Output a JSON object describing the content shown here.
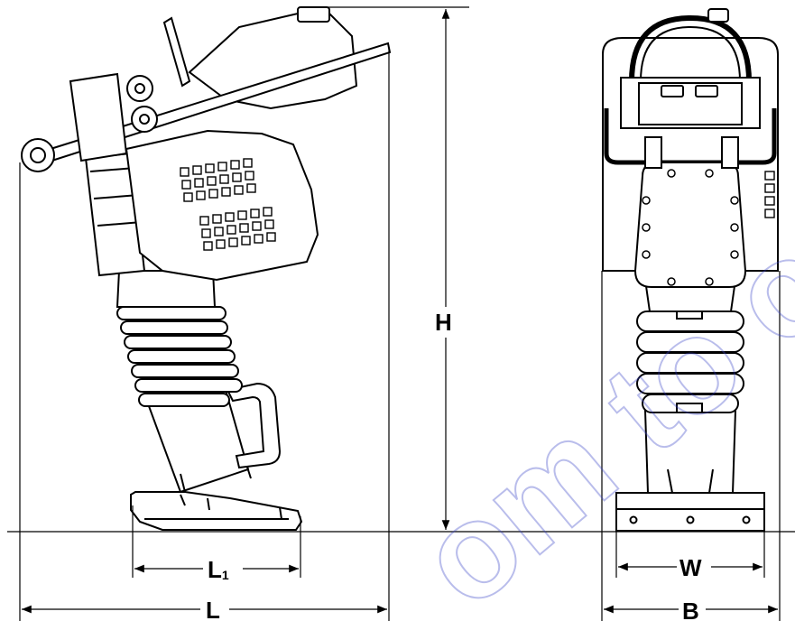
{
  "diagram": {
    "views": [
      "side-view",
      "front-view"
    ],
    "dimension_labels": {
      "height": "H",
      "shoe_length_main": "L",
      "shoe_length_sub": "1",
      "overall_length": "L",
      "shoe_width": "W",
      "overall_width": "B"
    },
    "watermark_text": "om to orde",
    "colors": {
      "line": "#000000",
      "watermark": "#3a44c8",
      "background": "#ffffff"
    }
  }
}
